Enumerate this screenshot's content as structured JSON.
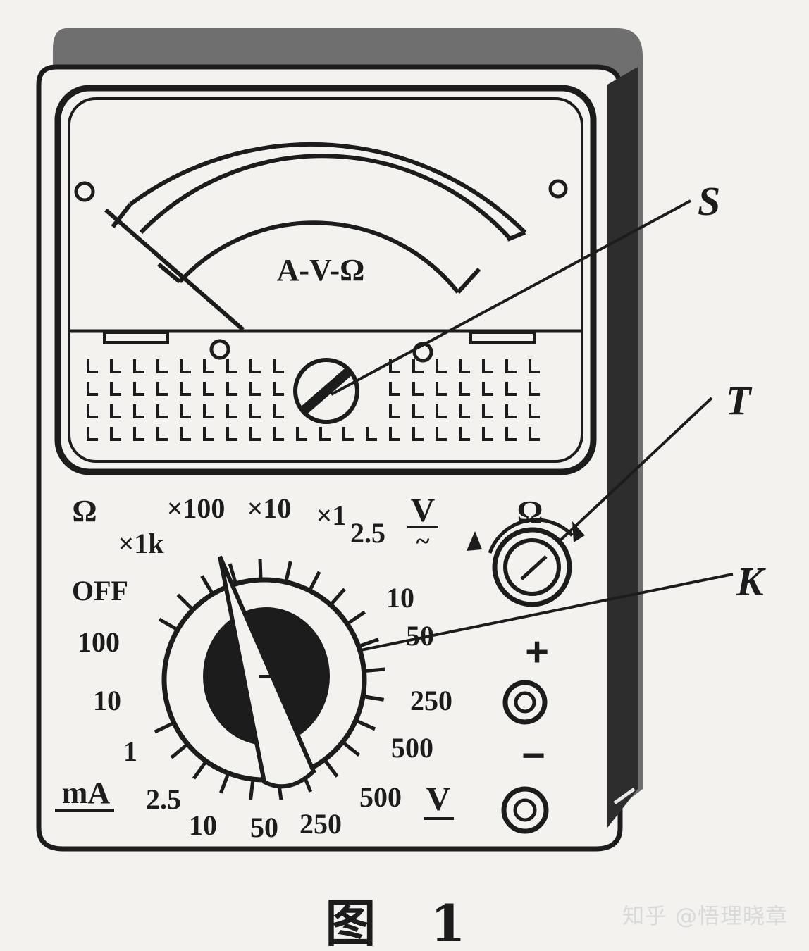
{
  "meter": {
    "scale_label": "A-V-Ω",
    "ohm_knob_label": "Ω",
    "plus_label": "+",
    "minus_label": "−"
  },
  "callouts": {
    "S": "S",
    "T": "T",
    "K": "K"
  },
  "dial": {
    "ohm_label": "Ω",
    "dcv_label": "V",
    "dcv_symbol": "~",
    "ma_label": "mA",
    "v_label": "V",
    "ohm_ranges": [
      "×1k",
      "×100",
      "×10",
      "×1"
    ],
    "off_label": "OFF",
    "acv_ranges": [
      "2.5",
      "10",
      "50",
      "250",
      "500"
    ],
    "ma_ranges": [
      "100",
      "10",
      "1",
      "2.5"
    ],
    "v_ranges": [
      "10",
      "50",
      "250",
      "500"
    ]
  },
  "caption": "图 1",
  "watermark": "知乎 @悟理晓章",
  "colors": {
    "ink": "#1c1c1c",
    "paper": "#f3f2ef",
    "case_shadow": "#8a8a8a"
  }
}
